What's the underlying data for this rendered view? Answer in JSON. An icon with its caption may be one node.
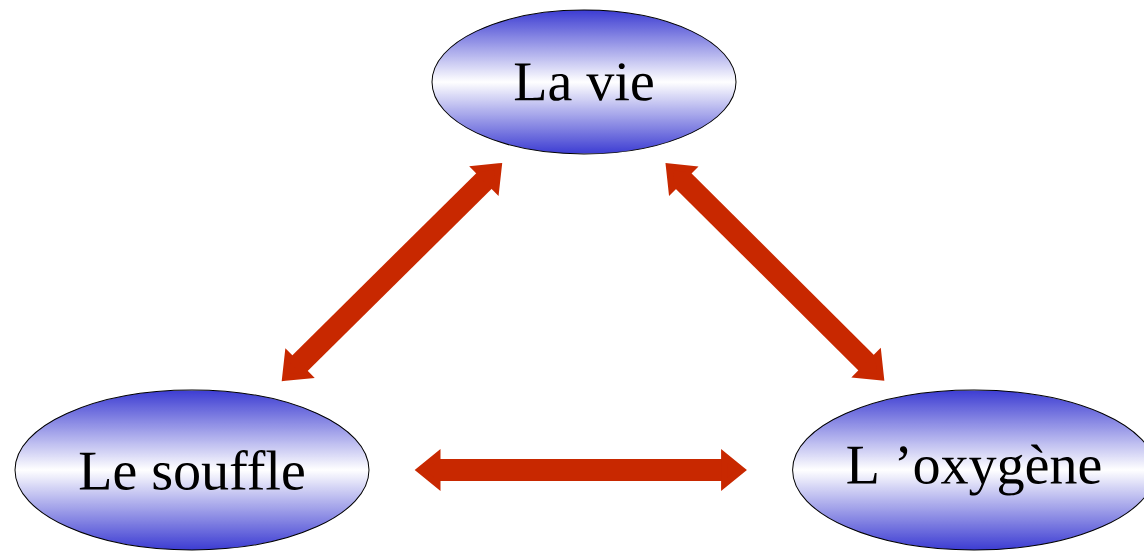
{
  "diagram": {
    "nodes": [
      {
        "text": [
          "La vie"
        ]
      },
      {
        "text": [
          "Le souffle"
        ]
      },
      {
        "text": [
          "L ’oxygène"
        ]
      }
    ],
    "edges": [
      {
        "from": 0,
        "to": 1,
        "arrow": "both"
      },
      {
        "from": 0,
        "to": 2,
        "arrow": "both"
      },
      {
        "from": 1,
        "to": 2,
        "arrow": "both"
      }
    ]
  }
}
